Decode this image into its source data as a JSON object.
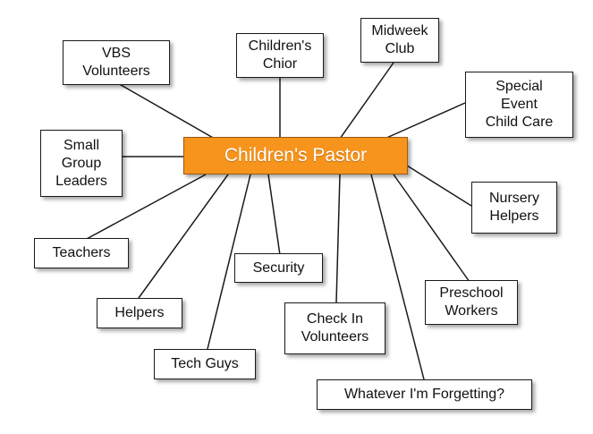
{
  "diagram": {
    "center": {
      "label": "Children's Pastor",
      "color": "#f7941d"
    },
    "ministries": [
      {
        "id": "vbs",
        "label": "VBS\nVolunteers"
      },
      {
        "id": "choir",
        "label": "Children's\nChior"
      },
      {
        "id": "midweek",
        "label": "Midweek\nClub"
      },
      {
        "id": "special-event",
        "label": "Special\nEvent\nChild Care"
      },
      {
        "id": "small-group",
        "label": "Small\nGroup\nLeaders"
      },
      {
        "id": "nursery",
        "label": "Nursery\nHelpers"
      },
      {
        "id": "teachers",
        "label": "Teachers"
      },
      {
        "id": "security",
        "label": "Security"
      },
      {
        "id": "preschool",
        "label": "Preschool\nWorkers"
      },
      {
        "id": "helpers",
        "label": "Helpers"
      },
      {
        "id": "check-in",
        "label": "Check In\nVolunteers"
      },
      {
        "id": "tech",
        "label": "Tech Guys"
      },
      {
        "id": "forgetting",
        "label": "Whatever I'm Forgetting?"
      }
    ]
  }
}
